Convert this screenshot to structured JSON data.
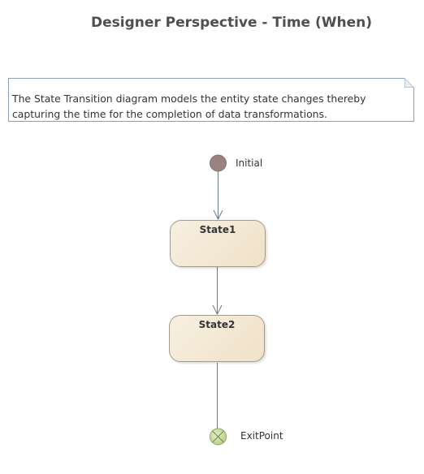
{
  "title": "Designer Perspective - Time (When)",
  "note": {
    "text": "The State Transition diagram models the entity state changes thereby capturing the time for the completion of data transformations."
  },
  "nodes": {
    "initial": {
      "label": "Initial",
      "color": "#9b8282"
    },
    "state1": {
      "label": "State1"
    },
    "state2": {
      "label": "State2"
    },
    "exit": {
      "label": "ExitPoint",
      "color": "#c9e0a2"
    }
  },
  "colors": {
    "connector": "#6b7a8a",
    "state_fill": "#f3e7d0",
    "state_border": "#a39a8a"
  }
}
